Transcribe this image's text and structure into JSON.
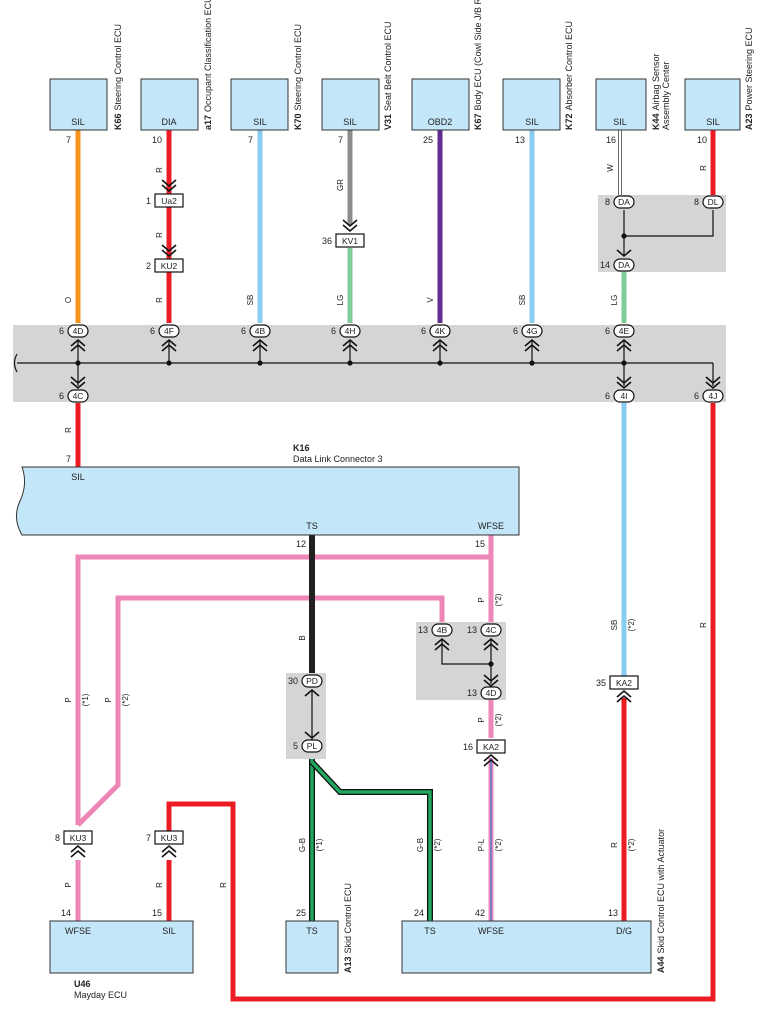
{
  "colors": {
    "box_fill": "#c3e6f8",
    "junction_fill": "#d5d5d6",
    "orange": "#f7941d",
    "red": "#ed1c24",
    "light_blue": "#87cdf2",
    "gray": "#8c8c8c",
    "light_green": "#7fcc98",
    "purple": "#662d91",
    "pink": "#ee86b7",
    "black": "#231f20",
    "green": "#1fa85e",
    "white": "#ffffff"
  },
  "top_ecus": [
    {
      "id": "k66",
      "label": "SIL",
      "code": "K66",
      "name": "Steering Control ECU",
      "pin": "7"
    },
    {
      "id": "a17",
      "label": "DIA",
      "code": "a17",
      "name": "Occupant Classification ECU",
      "pin": "10"
    },
    {
      "id": "k70",
      "label": "SIL",
      "code": "K70",
      "name": "Steering Control ECU",
      "pin": "7"
    },
    {
      "id": "v31",
      "label": "SIL",
      "code": "V31",
      "name": "Seat Belt Control ECU",
      "pin": "7"
    },
    {
      "id": "k67",
      "label": "OBD2",
      "code": "K67",
      "name": "Body ECU (Cowl Side J/B RH)",
      "pin": "25"
    },
    {
      "id": "k72",
      "label": "SIL",
      "code": "K72",
      "name": "Absorber Control ECU",
      "pin": "13"
    },
    {
      "id": "k44",
      "label": "SIL",
      "code": "K44",
      "name": "Airbag Sensor",
      "name2": "Assembly Center",
      "pin": "16"
    },
    {
      "id": "a23",
      "label": "SIL",
      "code": "A23",
      "name": "Power Steering ECU",
      "pin": "10"
    }
  ],
  "wire_labels": {
    "k66_o": "O",
    "a17_r1": "R",
    "a17_r2": "R",
    "a17_r3": "R",
    "k70_sb": "SB",
    "v31_gr": "GR",
    "v31_lg": "LG",
    "k67_v": "V",
    "k72_sb": "SB",
    "k44_w": "W",
    "a23_r": "R",
    "k44_lg": "LG",
    "k16_r": "R",
    "sb_low": "SB",
    "sb_low_note": "(*2)",
    "right_r": "R",
    "black_b": "B",
    "pink_p1": "P",
    "pink_p1_note": "(*1)",
    "pink_p2": "P",
    "pink_p2_note": "(*2)",
    "wfse_p": "P",
    "wfse_p_note": "(*2)",
    "p4d": "P",
    "p4d_note": "(*2)",
    "ku3_p": "P",
    "ku3_r": "R",
    "bottom_r": "R",
    "gb1": "G-B",
    "gb1_note": "(*1)",
    "gb2": "G-B",
    "gb2_note": "(*2)",
    "pl": "P-L",
    "pl_note": "(*2)",
    "ka2_r": "R",
    "ka2_r_note": "(*2)"
  },
  "inline_connectors": {
    "ua2": {
      "pin": "1",
      "label": "Ua2"
    },
    "ku2": {
      "pin": "2",
      "label": "KU2"
    },
    "kv1": {
      "pin": "36",
      "label": "KV1"
    },
    "ku3a": {
      "pin": "8",
      "label": "KU3"
    },
    "ku3b": {
      "pin": "7",
      "label": "KU3"
    },
    "ka2a": {
      "pin": "16",
      "label": "KA2"
    },
    "ka2b": {
      "pin": "35",
      "label": "KA2"
    }
  },
  "junction_k44": {
    "da1": {
      "pin": "8",
      "label": "DA"
    },
    "dl": {
      "pin": "8",
      "label": "DL"
    },
    "da2": {
      "pin": "14",
      "label": "DA"
    }
  },
  "main_junction": {
    "top": [
      {
        "pin": "6",
        "label": "4D"
      },
      {
        "pin": "6",
        "label": "4F"
      },
      {
        "pin": "6",
        "label": "4B"
      },
      {
        "pin": "6",
        "label": "4H"
      },
      {
        "pin": "6",
        "label": "4K"
      },
      {
        "pin": "6",
        "label": "4G"
      },
      {
        "pin": "6",
        "label": "4E"
      }
    ],
    "bottom": [
      {
        "pin": "6",
        "label": "4C"
      },
      {
        "pin": "6",
        "label": "4I"
      },
      {
        "pin": "6",
        "label": "4J"
      }
    ]
  },
  "k16": {
    "code": "K16",
    "name": "Data Link Connector 3",
    "pin_sil": "7",
    "sil": "SIL",
    "ts": "TS",
    "wfse": "WFSE",
    "pin_ts": "12",
    "pin_wfse": "15"
  },
  "junction_pd": {
    "pd": {
      "pin": "30",
      "label": "PD"
    },
    "pl": {
      "pin": "5",
      "label": "PL"
    }
  },
  "junction_4b": {
    "b": {
      "pin": "13",
      "label": "4B"
    },
    "c": {
      "pin": "13",
      "label": "4C"
    },
    "d": {
      "pin": "13",
      "label": "4D"
    }
  },
  "u46": {
    "code": "U46",
    "name": "Mayday ECU",
    "wfse": "WFSE",
    "sil": "SIL",
    "pin_wfse": "14",
    "pin_sil": "15"
  },
  "a13": {
    "code": "A13",
    "name": "Skid Control ECU",
    "ts": "TS",
    "pin_ts": "25"
  },
  "a44": {
    "code": "A44",
    "name": "Skid Control ECU with Actuator",
    "ts": "TS",
    "wfse": "WFSE",
    "dg": "D/G",
    "pin_ts": "24",
    "pin_wfse": "42",
    "pin_dg": "13"
  }
}
